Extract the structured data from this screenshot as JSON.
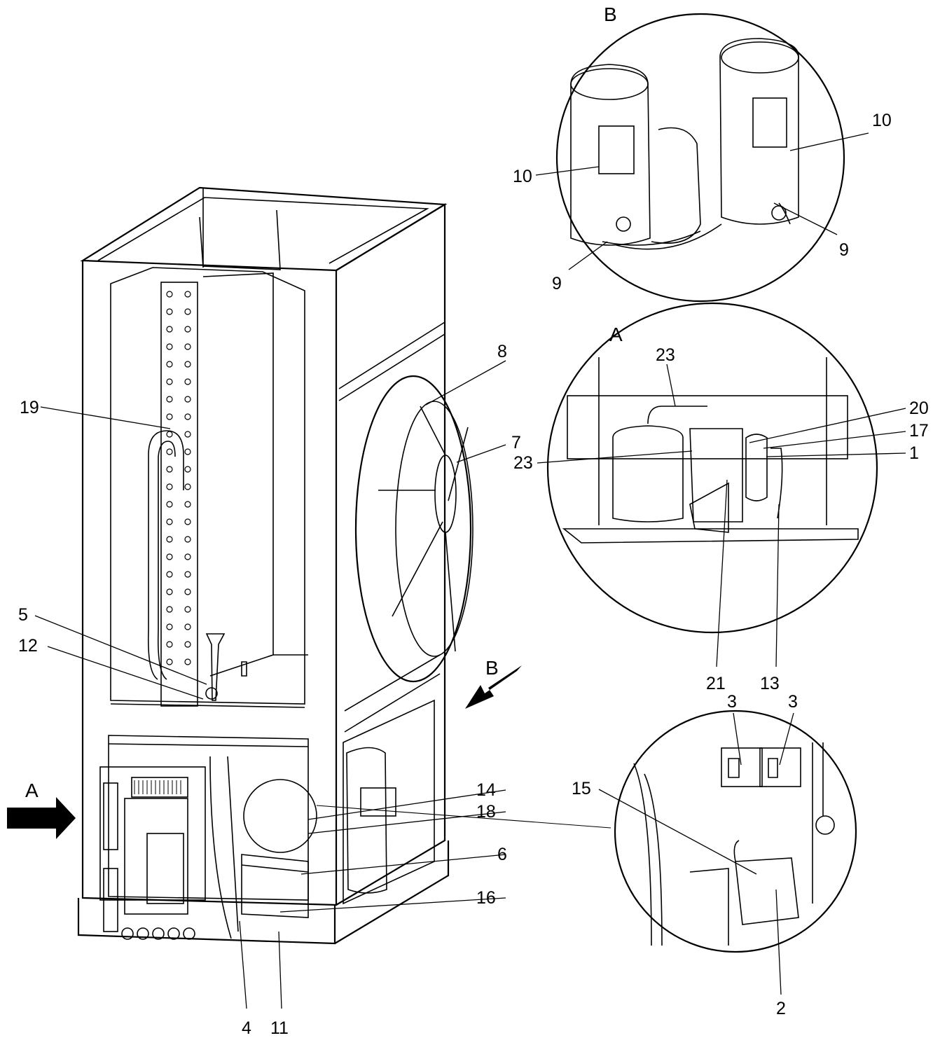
{
  "callouts": {
    "c1": "1",
    "c2": "2",
    "c3a": "3",
    "c3b": "3",
    "c4": "4",
    "c5": "5",
    "c6": "6",
    "c7": "7",
    "c8": "8",
    "c9a": "9",
    "c9b": "9",
    "c10a": "10",
    "c10b": "10",
    "c11": "11",
    "c12": "12",
    "c13": "13",
    "c14": "14",
    "c15": "15",
    "c16": "16",
    "c17": "17",
    "c18": "18",
    "c19": "19",
    "c20": "20",
    "c21": "21",
    "c23a": "23",
    "c23b": "23"
  },
  "views": {
    "a_arrow": "A",
    "b_arrow": "B",
    "a_detail": "A",
    "b_detail": "B"
  }
}
